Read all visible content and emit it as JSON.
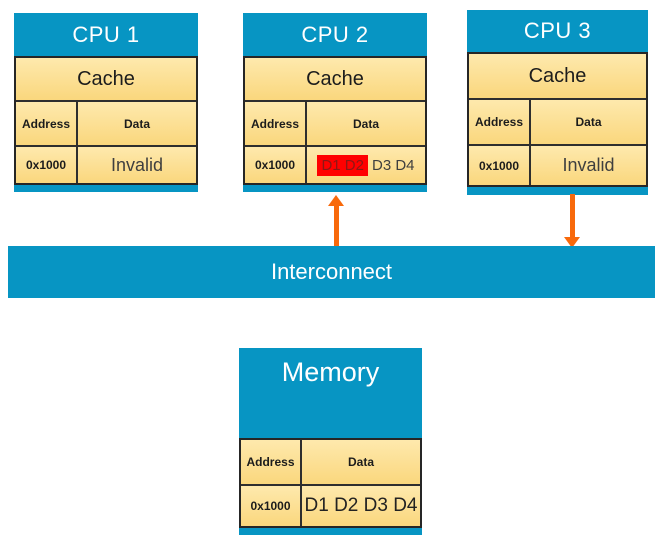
{
  "colors": {
    "blue": "#0795C3",
    "tan-light": "#FEE9AD",
    "tan-dark": "#FAD77D",
    "border-dark": "#262626",
    "orange": "#F8690B",
    "highlight-red-bg": "#FF0000",
    "highlight-red-text": "#8C1815",
    "text-dark": "#1C1C1C",
    "text-gray": "#3F3F3F"
  },
  "cpus": [
    {
      "title": "CPU 1",
      "cache_label": "Cache",
      "columns": {
        "address": "Address",
        "data": "Data"
      },
      "row": {
        "address": "0x1000",
        "data": "Invalid"
      }
    },
    {
      "title": "CPU 2",
      "cache_label": "Cache",
      "columns": {
        "address": "Address",
        "data": "Data"
      },
      "row": {
        "address": "0x1000",
        "data_highlighted": "D1 D2",
        "data_normal": "D3 D4"
      }
    },
    {
      "title": "CPU 3",
      "cache_label": "Cache",
      "columns": {
        "address": "Address",
        "data": "Data"
      },
      "row": {
        "address": "0x1000",
        "data": "Invalid"
      }
    }
  ],
  "interconnect": {
    "label": "Interconnect"
  },
  "memory": {
    "title": "Memory",
    "columns": {
      "address": "Address",
      "data": "Data"
    },
    "row": {
      "address": "0x1000",
      "data": "D1 D2 D3 D4"
    }
  }
}
